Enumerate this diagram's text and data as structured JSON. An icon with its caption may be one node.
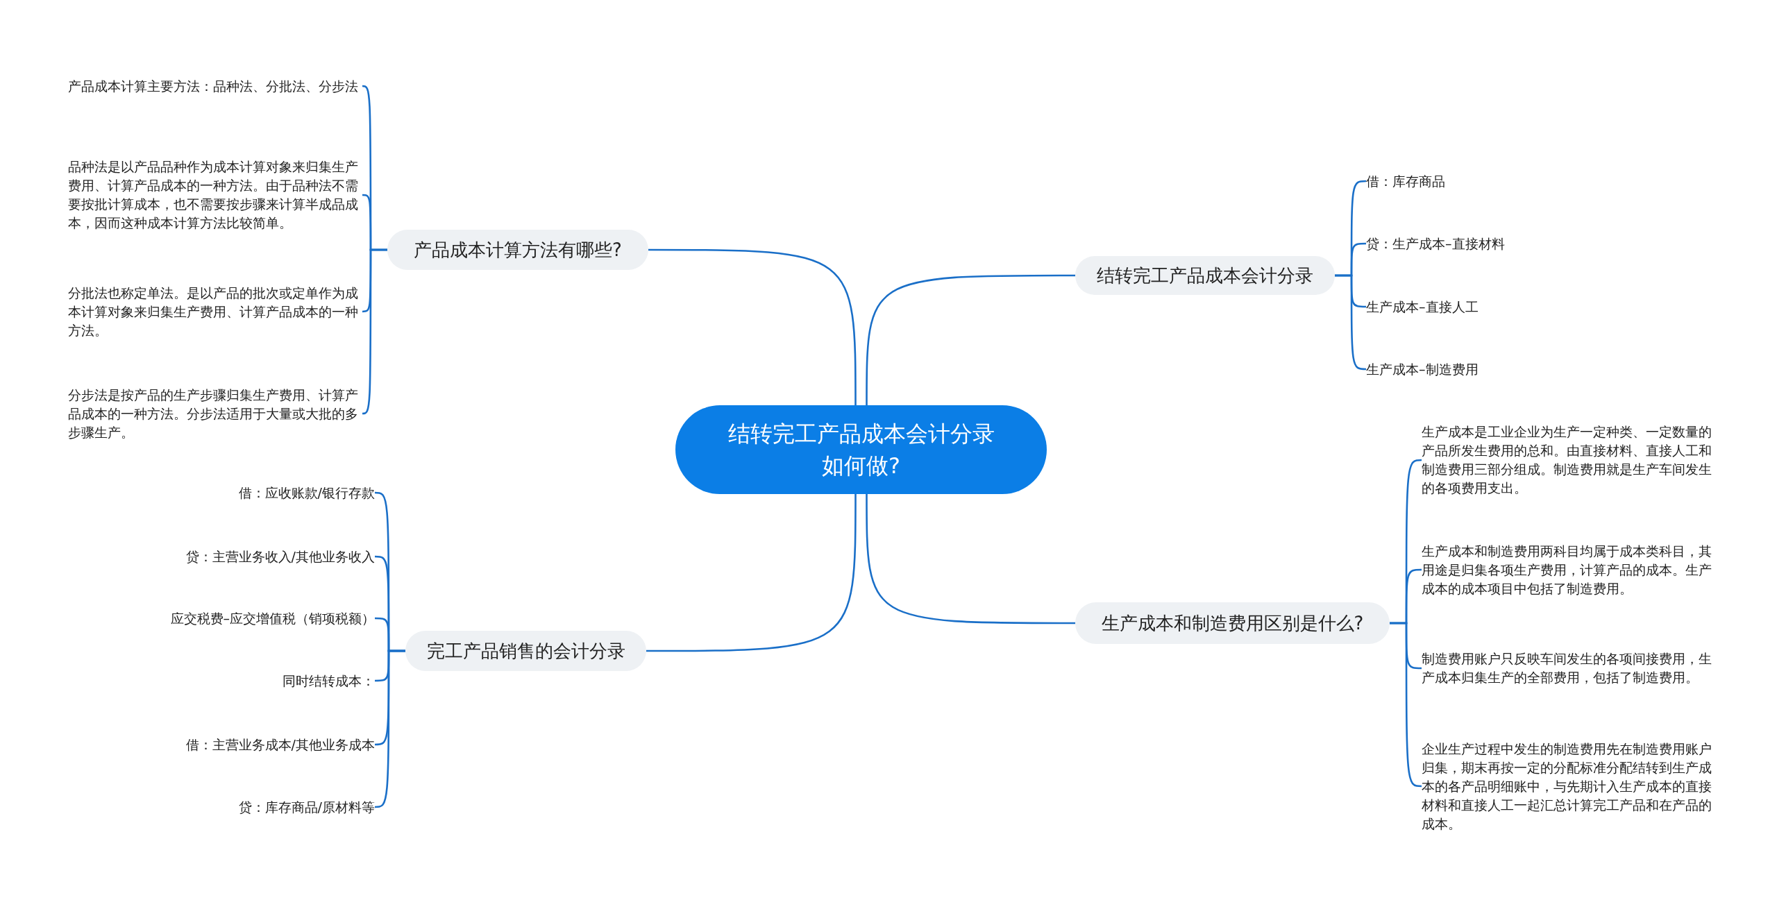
{
  "diagram": {
    "nodes": [
      {
        "text": [
          "结转完工产品成本会计分录如何做?"
        ]
      },
      {
        "text": [
          "产品成本计算方法有哪些?"
        ]
      },
      {
        "text": [
          "产品成本计算主要方法：品种法、分批法、分步法"
        ]
      },
      {
        "text": [
          "品种法是以产品品种作为成本计算对象来归集生产费用、计算产品成本的一种方法。由于品种法不需要按批计算成本，也不需要按步骤来计算半成品成本，因而这种成本计算方法比较简单。"
        ]
      },
      {
        "text": [
          "分批法也称定单法。是以产品的批次或定单作为成本计算对象来归集生产费用、计算产品成本的一种方法。"
        ]
      },
      {
        "text": [
          "分步法是按产品的生产步骤归集生产费用、计算产品成本的一种方法。分步法适用于大量或大批的多步骤生产。"
        ]
      },
      {
        "text": [
          "完工产品销售的会计分录"
        ]
      },
      {
        "text": [
          "借：应收账款/银行存款"
        ]
      },
      {
        "text": [
          "贷：主营业务收入/其他业务收入"
        ]
      },
      {
        "text": [
          "应交税费–应交增值税（销项税额）"
        ]
      },
      {
        "text": [
          "同时结转成本："
        ]
      },
      {
        "text": [
          "借：主营业务成本/其他业务成本"
        ]
      },
      {
        "text": [
          "贷：库存商品/原材料等"
        ]
      },
      {
        "text": [
          "结转完工产品成本会计分录"
        ]
      },
      {
        "text": [
          "借：库存商品"
        ]
      },
      {
        "text": [
          "贷：生产成本–直接材料"
        ]
      },
      {
        "text": [
          "生产成本–直接人工"
        ]
      },
      {
        "text": [
          "生产成本–制造费用"
        ]
      },
      {
        "text": [
          "生产成本和制造费用区别是什么?"
        ]
      },
      {
        "text": [
          "生产成本是工业企业为生产一定种类、一定数量的产品所发生费用的总和。由直接材料、直接人工和制造费用三部分组成。制造费用就是生产车间发生的各项费用支出。"
        ]
      },
      {
        "text": [
          "生产成本和制造费用两科目均属于成本类科目，其用途是归集各项生产费用，计算产品的成本。生产成本的成本项目中包括了制造费用。"
        ]
      },
      {
        "text": [
          "制造费用账户只反映车间发生的各项间接费用，生产成本归集生产的全部费用，包括了制造费用。"
        ]
      },
      {
        "text": [
          "企业生产过程中发生的制造费用先在制造费用账户归集，期末再按一定的分配标准分配结转到生产成本的各产品明细账中，与先期计入生产成本的直接材料和直接人工一起汇总计算完工产品和在产品的成本。"
        ]
      }
    ],
    "edges": [
      {
        "from": 0,
        "to": 1,
        "arrow": "none"
      },
      {
        "from": 1,
        "to": 2,
        "arrow": "none"
      },
      {
        "from": 1,
        "to": 3,
        "arrow": "none"
      },
      {
        "from": 1,
        "to": 4,
        "arrow": "none"
      },
      {
        "from": 1,
        "to": 5,
        "arrow": "none"
      },
      {
        "from": 0,
        "to": 6,
        "arrow": "none"
      },
      {
        "from": 6,
        "to": 7,
        "arrow": "none"
      },
      {
        "from": 6,
        "to": 8,
        "arrow": "none"
      },
      {
        "from": 6,
        "to": 9,
        "arrow": "none"
      },
      {
        "from": 6,
        "to": 10,
        "arrow": "none"
      },
      {
        "from": 6,
        "to": 11,
        "arrow": "none"
      },
      {
        "from": 6,
        "to": 12,
        "arrow": "none"
      },
      {
        "from": 0,
        "to": 13,
        "arrow": "none"
      },
      {
        "from": 13,
        "to": 14,
        "arrow": "none"
      },
      {
        "from": 13,
        "to": 15,
        "arrow": "none"
      },
      {
        "from": 13,
        "to": 16,
        "arrow": "none"
      },
      {
        "from": 13,
        "to": 17,
        "arrow": "none"
      },
      {
        "from": 0,
        "to": 18,
        "arrow": "none"
      },
      {
        "from": 18,
        "to": 19,
        "arrow": "none"
      },
      {
        "from": 18,
        "to": 20,
        "arrow": "none"
      },
      {
        "from": 18,
        "to": 21,
        "arrow": "none"
      },
      {
        "from": 18,
        "to": 22,
        "arrow": "none"
      }
    ]
  }
}
